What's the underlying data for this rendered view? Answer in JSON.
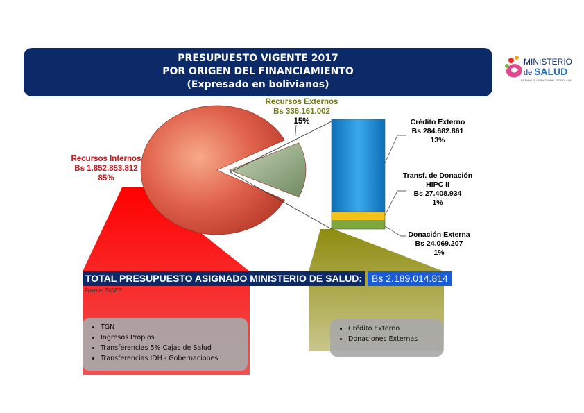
{
  "header": {
    "line1": "PRESUPUESTO VIGENTE 2017",
    "line2": "POR ORIGEN DEL FINANCIAMIENTO",
    "line3": "(Expresado en bolivianos)"
  },
  "logo": {
    "text_top": "MINISTERIO",
    "text_de": "de",
    "text_salud": "SALUD",
    "subtitle": "ESTADO PLURINACIONAL DE BOLIVIA"
  },
  "colors": {
    "header_bg": "#0c2a68",
    "internos": "#c4161c",
    "externos": "#6d7a14",
    "credito": "#1f8fd8",
    "hipc": "#f2c21b",
    "donacion": "#7fa83a"
  },
  "chart_data": [
    {
      "type": "pie",
      "slices": [
        {
          "name": "Recursos Internos",
          "value_label": "Bs 1.852.853.812",
          "value": 1852853812,
          "percent_label": "85%"
        },
        {
          "name": "Recursos Externos",
          "value_label": "Bs 336.161.002",
          "value": 336161002,
          "percent_label": "15%"
        }
      ]
    },
    {
      "type": "bar",
      "stacked": true,
      "segments": [
        {
          "name": "Crédito Externo",
          "value_label": "Bs 284.682.861",
          "value": 284682861,
          "percent_label": "13%"
        },
        {
          "name_line1": "Transf. de Donación",
          "name_line2": "HIPC II",
          "value_label": "Bs 27.408.934",
          "value": 27408934,
          "percent_label": "1%"
        },
        {
          "name": "Donación Externa",
          "value_label": "Bs 24.069.207",
          "value": 24069207,
          "percent_label": "1%"
        }
      ]
    }
  ],
  "total": {
    "label": "TOTAL PRESUPUESTO ASIGNADO MINISTERIO DE SALUD:",
    "value": "Bs 2.189.014.814",
    "source": "Fuente: SIGEP"
  },
  "internos_list": [
    "TGN",
    "Ingresos Propios",
    "Transferencias 5% Cajas de Salud",
    "Transferencias IDH - Gobernaciones"
  ],
  "externos_list": [
    "Crédito Externo",
    "Donaciones Externas"
  ]
}
